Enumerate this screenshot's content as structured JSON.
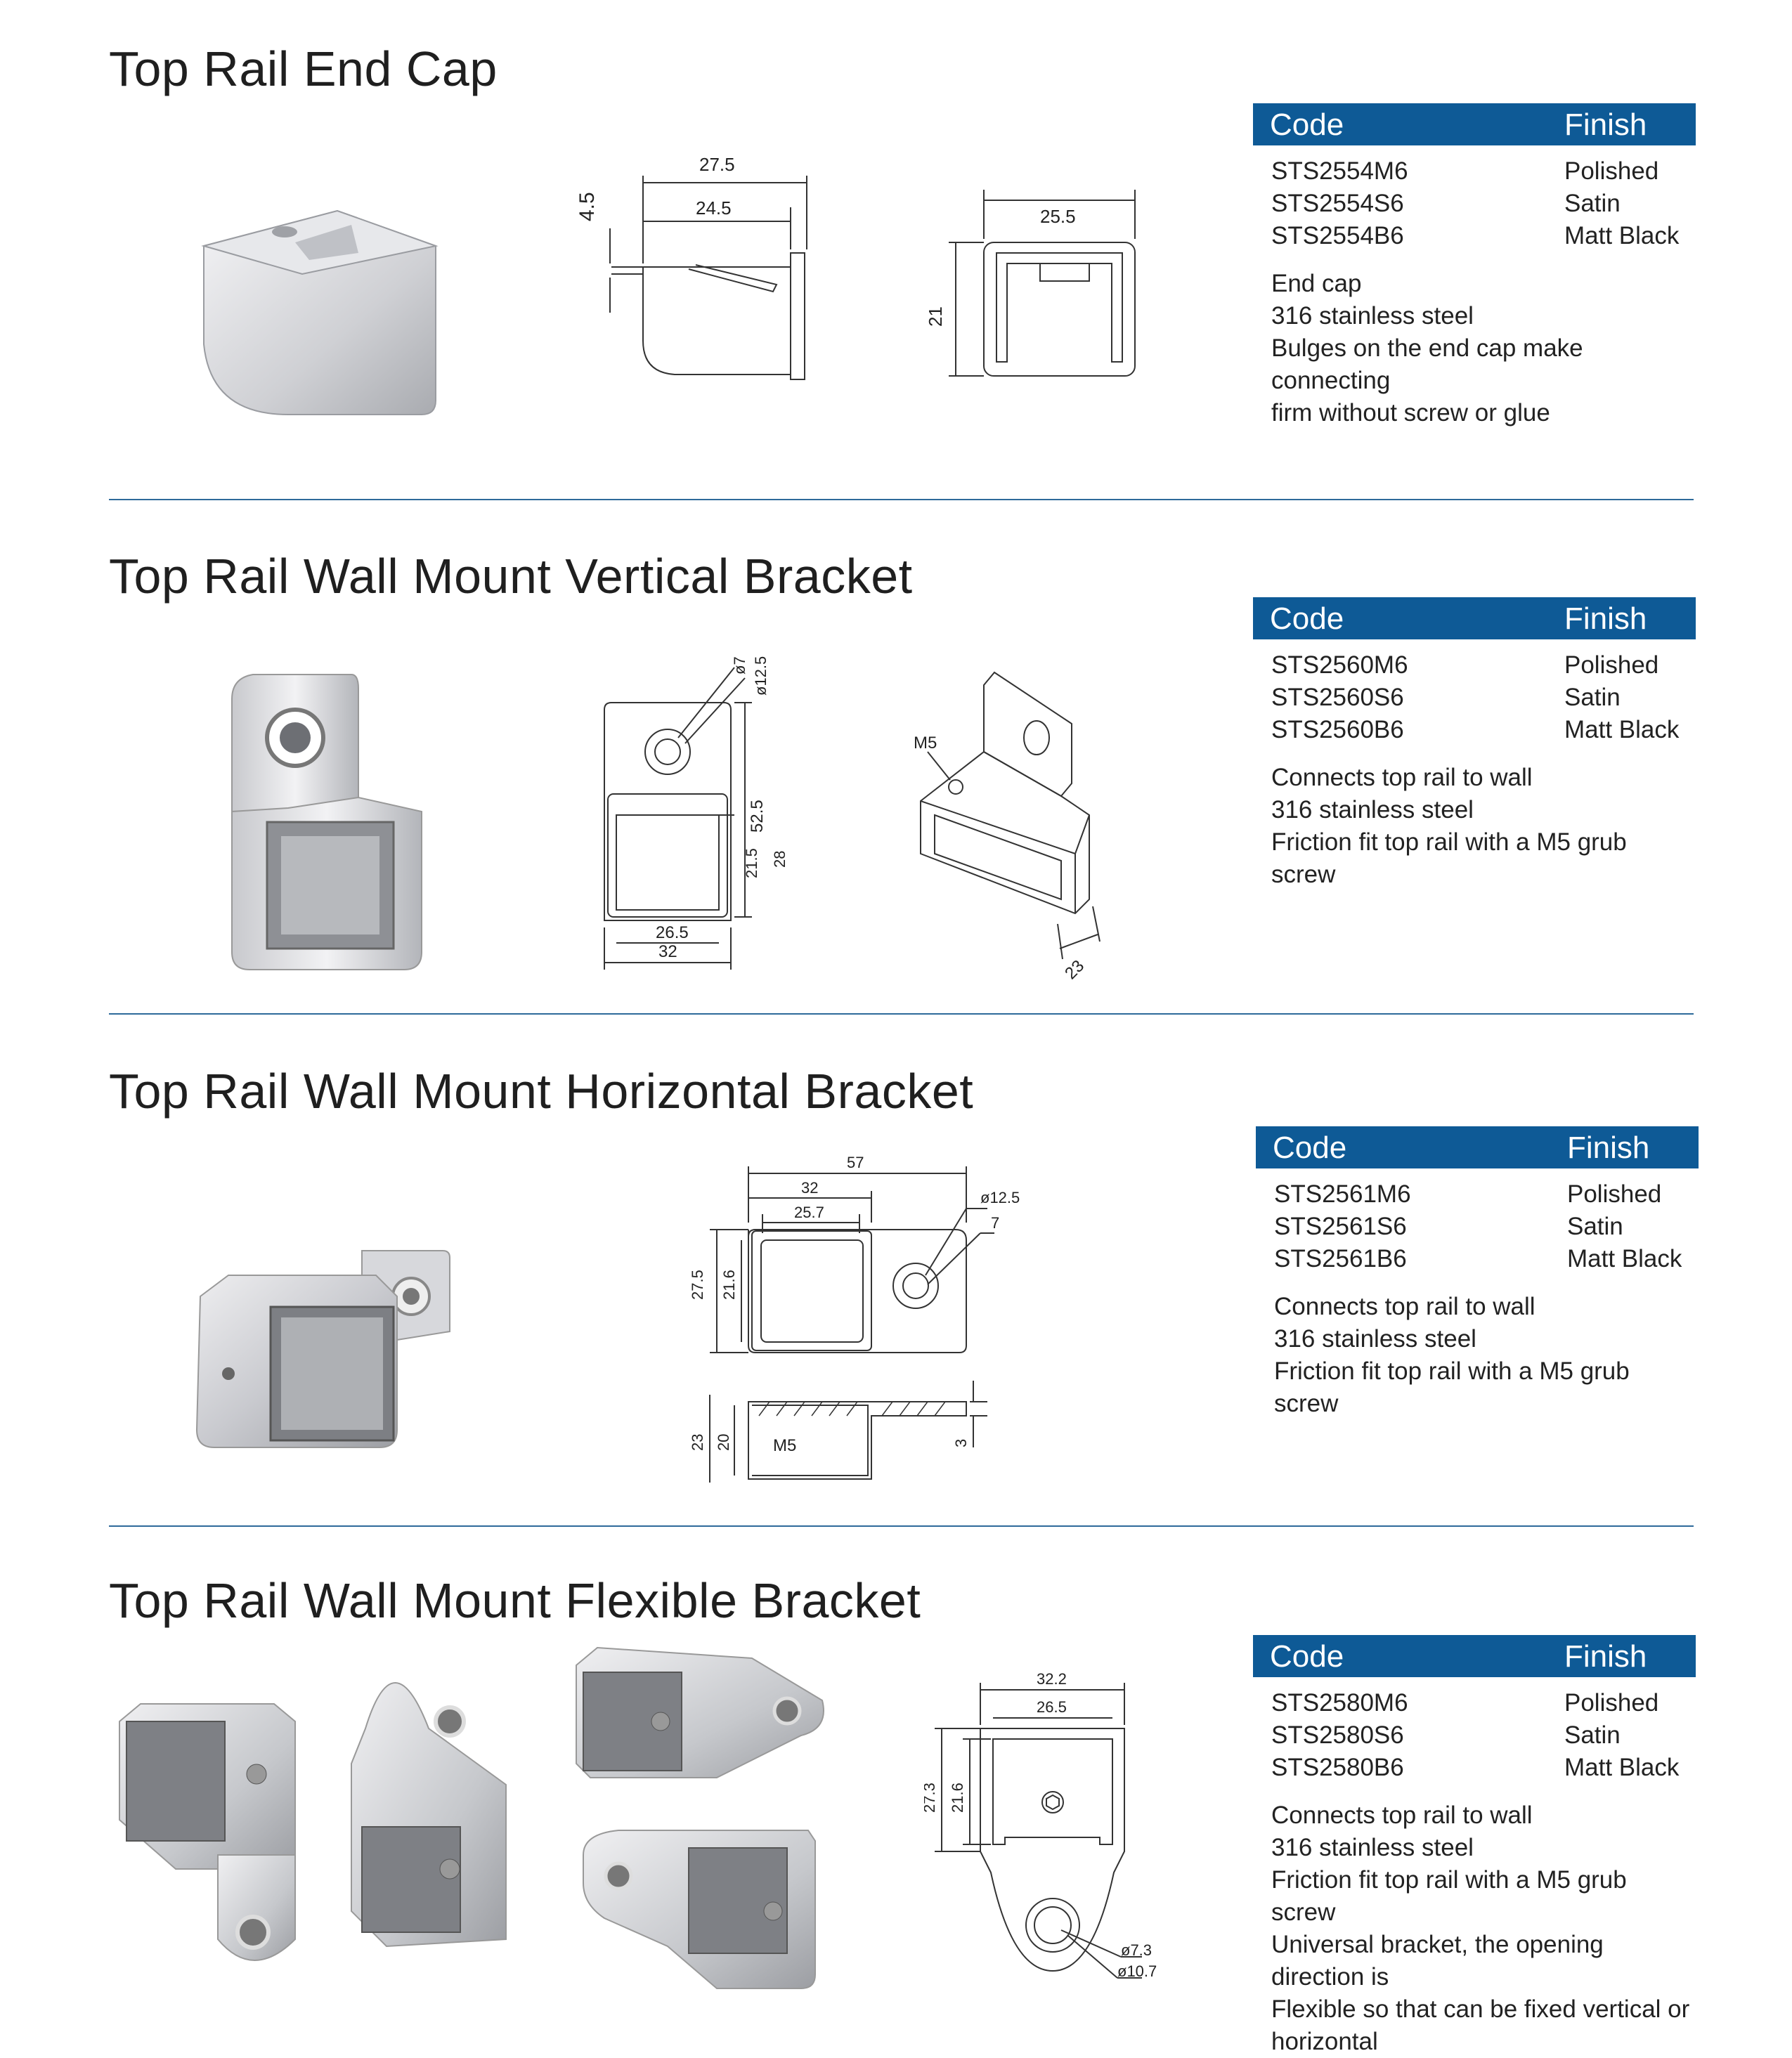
{
  "colors": {
    "header_bg": "#0e5a96",
    "divider": "#2e6a9a",
    "metal": "#d9d9dc",
    "line": "#333333"
  },
  "table_headers": {
    "code": "Code",
    "finish": "Finish"
  },
  "sections": [
    {
      "title": "Top Rail End Cap",
      "rows": [
        {
          "code": "STS2554M6",
          "finish": "Polished"
        },
        {
          "code": "STS2554S6",
          "finish": "Satin"
        },
        {
          "code": "STS2554B6",
          "finish": "Matt Black"
        }
      ],
      "description": [
        "End cap",
        "316 stainless steel",
        "Bulges on the end cap make connecting",
        "firm without screw or glue"
      ],
      "dims": [
        "27.5",
        "24.5",
        "4.5",
        "25.5",
        "21"
      ]
    },
    {
      "title": "Top Rail Wall Mount Vertical Bracket",
      "rows": [
        {
          "code": "STS2560M6",
          "finish": "Polished"
        },
        {
          "code": "STS2560S6",
          "finish": "Satin"
        },
        {
          "code": "STS2560B6",
          "finish": "Matt Black"
        }
      ],
      "description": [
        "Connects top rail to wall",
        "316 stainless steel",
        "Friction fit top rail with a M5 grub screw"
      ],
      "dims": [
        "ø7",
        "ø12.5",
        "52.5",
        "21.5",
        "28",
        "26.5",
        "32",
        "M5",
        "23"
      ]
    },
    {
      "title": "Top Rail Wall Mount Horizontal Bracket",
      "rows": [
        {
          "code": "STS2561M6",
          "finish": "Polished"
        },
        {
          "code": "STS2561S6",
          "finish": "Satin"
        },
        {
          "code": "STS2561B6",
          "finish": "Matt Black"
        }
      ],
      "description": [
        "Connects top rail to wall",
        "316 stainless steel",
        "Friction fit top rail with a M5 grub screw"
      ],
      "dims": [
        "57",
        "32",
        "25.7",
        "ø12.5",
        "7",
        "27.5",
        "21.6",
        "23",
        "20",
        "M5",
        "3"
      ]
    },
    {
      "title": "Top Rail Wall Mount Flexible Bracket",
      "rows": [
        {
          "code": "STS2580M6",
          "finish": "Polished"
        },
        {
          "code": "STS2580S6",
          "finish": "Satin"
        },
        {
          "code": "STS2580B6",
          "finish": "Matt Black"
        }
      ],
      "description": [
        "Connects top rail to wall",
        "316 stainless steel",
        "Friction fit top rail with a M5 grub screw",
        "Universal bracket, the opening direction is",
        "Flexible so that can be fixed vertical or",
        "horizontal"
      ],
      "dims": [
        "32.2",
        "26.5",
        "27.3",
        "21.6",
        "ø7.3",
        "ø10.7"
      ]
    }
  ]
}
